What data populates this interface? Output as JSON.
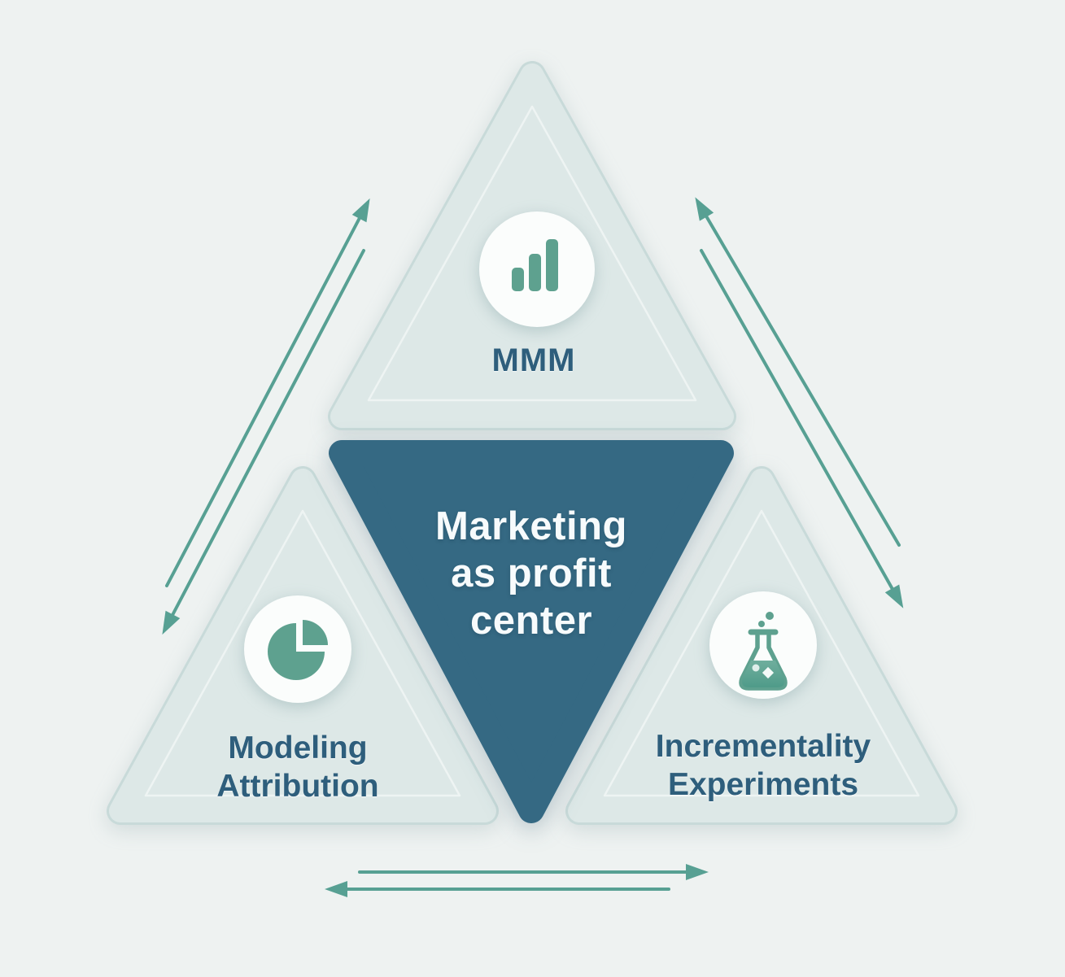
{
  "diagram": {
    "background_color": "#eef2f1",
    "arrow_color": "#57a093",
    "node_fill_color": "#dde8e7",
    "node_border_color": "#c8dad9",
    "label_color": "#2e5e7c",
    "icon_circle_color": "#fbfdfc",
    "icon_color": "#5ea18f",
    "center_node": {
      "id": "marketing-as-profit-center",
      "label_lines": [
        "Marketing",
        "as profit",
        "center"
      ],
      "fill_color": "#356983",
      "text_color": "#f7fbfc"
    },
    "nodes": [
      {
        "id": "mmm",
        "position": "top",
        "icon": "bar-chart-icon",
        "label_lines": [
          "MMM"
        ]
      },
      {
        "id": "modeling-attribution",
        "position": "bottom-left",
        "icon": "pie-chart-icon",
        "label_lines": [
          "Modeling",
          "Attribution"
        ]
      },
      {
        "id": "incrementality-experiments",
        "position": "bottom-right",
        "icon": "flask-icon",
        "label_lines": [
          "Incrementality",
          "Experiments"
        ]
      }
    ]
  }
}
